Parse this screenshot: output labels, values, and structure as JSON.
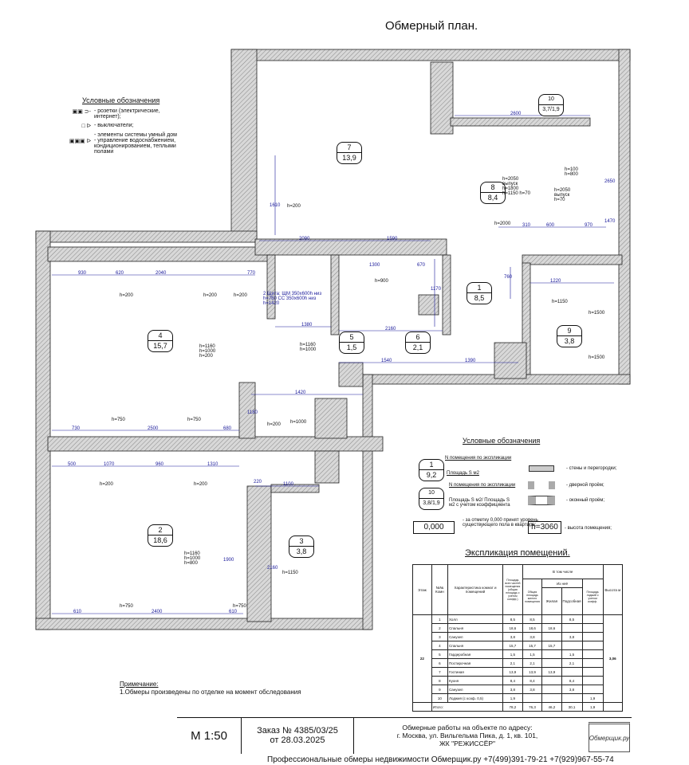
{
  "title": "Обмерный план.",
  "legend_top": {
    "title": "Условные обозначения",
    "items": [
      {
        "icon": "socket-icon",
        "text": "- розетки (электрические, интернет);"
      },
      {
        "icon": "switch-icon",
        "text": "- выключатели;"
      },
      {
        "icon": "smart-home-icon",
        "text": "- элементы системы умный дом"
      },
      {
        "icon": "control-icon",
        "text": "- управление водоснабжением, кондиционированием, теплыми полами"
      }
    ]
  },
  "rooms": [
    {
      "n": "7",
      "s": "13,9"
    },
    {
      "n": "10",
      "s": "3,7/1,9"
    },
    {
      "n": "8",
      "s": "8,4"
    },
    {
      "n": "1",
      "s": "8,5"
    },
    {
      "n": "4",
      "s": "15,7"
    },
    {
      "n": "5",
      "s": "1,5"
    },
    {
      "n": "6",
      "s": "2,1"
    },
    {
      "n": "9",
      "s": "3,8"
    },
    {
      "n": "2",
      "s": "18,6"
    },
    {
      "n": "3",
      "s": "3,8"
    }
  ],
  "dims": [
    "930",
    "620",
    "2040",
    "770",
    "2090",
    "1590",
    "2600",
    "1300",
    "670",
    "1380",
    "2160",
    "1540",
    "1390",
    "1420",
    "730",
    "2500",
    "680",
    "500",
    "1070",
    "960",
    "1310",
    "220",
    "1100",
    "610",
    "2400",
    "610",
    "1220",
    "310",
    "600",
    "970",
    "2650",
    "1610",
    "1170",
    "1180",
    "1900",
    "2160",
    "1470",
    "760"
  ],
  "heights": [
    "h=200",
    "h=200",
    "h=200",
    "h=200",
    "h=1160\nh=1000\nh=200",
    "h=750",
    "h=750",
    "h=200",
    "h=200",
    "h=1000",
    "h=200",
    "h=900",
    "h=1160 h=1000",
    "h=1150",
    "h=1500",
    "h=1500",
    "h=750",
    "h=750",
    "h=1160 h=1000 h=800",
    "h=1150",
    "h=2050 выпуск h=1800 h=1150 h=70",
    "h=100 h=800",
    "h=2050 выпуск h=70",
    "h=2000"
  ],
  "panel_note": "2 Щита: ЩМ 350х600h низ h=780 СС 350х600h низ h=1420",
  "legend_bottom": {
    "title": "Условные обозначения",
    "room_no": "N помещения по экспликации",
    "area": "Площадь S м2",
    "room_no2": "N помещения по экспликации",
    "area2": "Площадь S м2/ Площадь S м2 с учетом коэффициента",
    "sample1_n": "1",
    "sample1_s": "9,2",
    "sample2_n": "10",
    "sample2_s": "3,8/1,9",
    "walls": "- стены и перегородки;",
    "door": "- дверной проём;",
    "window": "- оконный проём;",
    "zero_box": "0,000",
    "zero_text": "- за отметку 0,000 принят уровень существующего пола в квартире;",
    "height_box": "h=3060",
    "height_text": "- высота помещения;"
  },
  "explication": {
    "title": "Экспликация помещений.",
    "headers": {
      "floor": "Этаж",
      "room_no": "№№ Комн",
      "desc": "Характеристика комнат и помещений",
      "total_all": "Площадь всех частей помещения (общая площадь с учетом коэфф.)",
      "incl": "В том числе",
      "total_living": "Общая площадь жилого помещения",
      "of_it": "Из неё",
      "living": "Жилая",
      "aux": "Подсобная",
      "loggia": "Площадь лоджий с учетом коэфф.",
      "height": "Высота м"
    },
    "floor": "22",
    "height": "3,06",
    "rows": [
      [
        "1",
        "Холл",
        "8,5",
        "8,5",
        "",
        "8,5",
        ""
      ],
      [
        "2",
        "Спальня",
        "18,6",
        "18,6",
        "18,6",
        "",
        ""
      ],
      [
        "3",
        "Санузел",
        "3,8",
        "3,8",
        "",
        "3,8",
        ""
      ],
      [
        "4",
        "Спальня",
        "15,7",
        "15,7",
        "15,7",
        "",
        ""
      ],
      [
        "5",
        "Гардеробная",
        "1,5",
        "1,5",
        "",
        "1,5",
        ""
      ],
      [
        "6",
        "Постирочная",
        "2,1",
        "2,1",
        "",
        "2,1",
        ""
      ],
      [
        "7",
        "Гостиная",
        "13,9",
        "13,9",
        "13,9",
        "",
        ""
      ],
      [
        "8",
        "Кухня",
        "8,4",
        "8,4",
        "",
        "8,4",
        ""
      ],
      [
        "9",
        "Санузел",
        "3,8",
        "3,8",
        "",
        "3,8",
        ""
      ],
      [
        "10",
        "Лоджия (с коэф. 0,5)",
        "1,9",
        "",
        "",
        "",
        "1,9"
      ]
    ],
    "total": [
      "Итого:",
      "78,2",
      "76,3",
      "46,2",
      "30,1",
      "1,9"
    ]
  },
  "note": {
    "title": "Примечание:",
    "text": "1.Обмеры произведены по отделке на момент обследования"
  },
  "title_block": {
    "scale": "М 1:50",
    "order": "Заказ № 4385/03/25",
    "order_date": "от 28.03.2025",
    "addr1": "Обмерные работы на объекте по адресу:",
    "addr2": "г. Москва, ул. Вильгельма Пика, д. 1, кв. 101,",
    "addr3": "ЖК \"РЕЖИССЁР\"",
    "logo": "Обмерщик.ру"
  },
  "footer": "Профессиональные обмеры недвижимости Обмерщик.ру +7(499)391-79-21 +7(929)967-55-74"
}
